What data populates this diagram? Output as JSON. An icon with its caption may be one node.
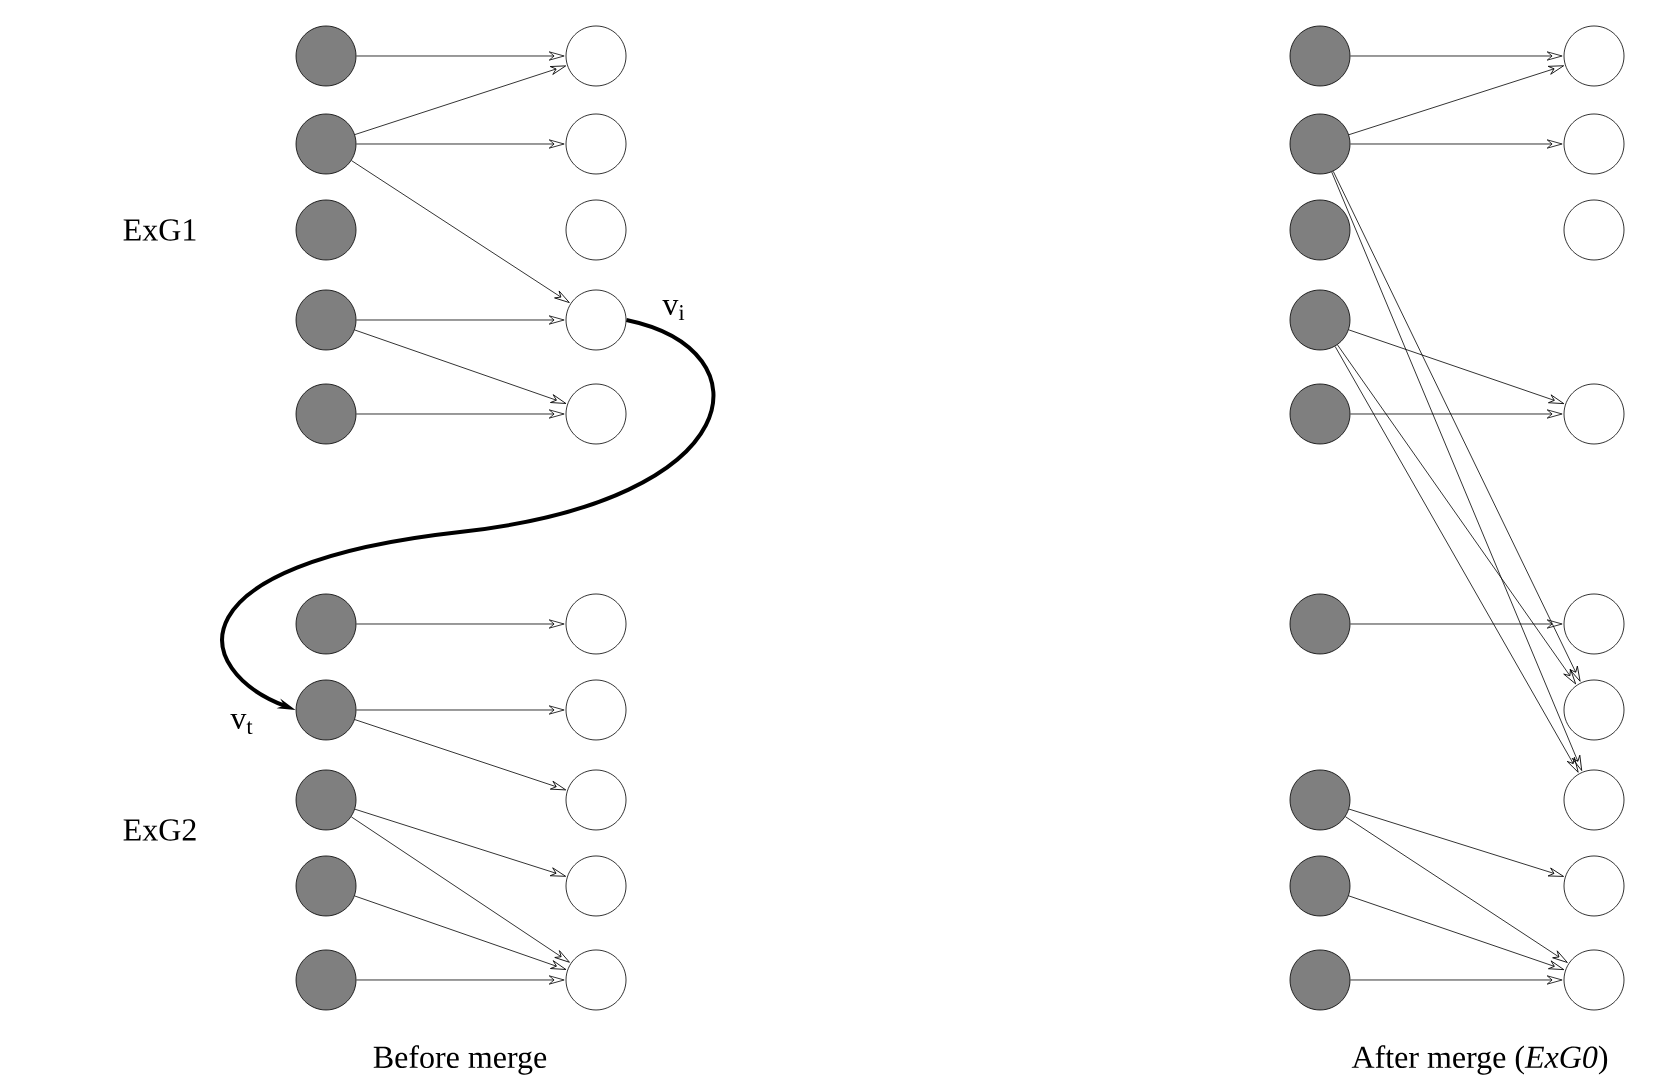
{
  "diagram": {
    "nodes": [
      {
        "text": [],
        "shape": "circle"
      },
      {
        "text": [],
        "shape": "circle"
      },
      {
        "text": [],
        "shape": "circle"
      },
      {
        "text": [],
        "shape": "circle"
      },
      {
        "text": [],
        "shape": "circle"
      },
      {
        "text": [],
        "shape": "circle"
      },
      {
        "text": [],
        "shape": "circle",
        "beside": [
          "v$_{t}$"
        ]
      },
      {
        "text": [],
        "shape": "circle"
      },
      {
        "text": [],
        "shape": "circle"
      },
      {
        "text": [],
        "shape": "circle"
      },
      {
        "text": [],
        "shape": "circle"
      },
      {
        "text": [],
        "shape": "circle"
      },
      {
        "text": [],
        "shape": "circle"
      },
      {
        "text": [],
        "shape": "circle",
        "beside": [
          "v$_{i}$"
        ]
      },
      {
        "text": [],
        "shape": "circle"
      },
      {
        "text": [],
        "shape": "circle"
      },
      {
        "text": [],
        "shape": "circle"
      },
      {
        "text": [],
        "shape": "circle"
      },
      {
        "text": [],
        "shape": "circle"
      },
      {
        "text": [],
        "shape": "circle"
      },
      {
        "text": [],
        "shape": "circle"
      },
      {
        "text": [],
        "shape": "circle"
      },
      {
        "text": [],
        "shape": "circle"
      },
      {
        "text": [],
        "shape": "circle"
      },
      {
        "text": [],
        "shape": "circle"
      },
      {
        "text": [],
        "shape": "circle"
      },
      {
        "text": [],
        "shape": "circle"
      },
      {
        "text": [],
        "shape": "circle"
      },
      {
        "text": [],
        "shape": "circle"
      },
      {
        "text": [],
        "shape": "circle"
      },
      {
        "text": [],
        "shape": "circle"
      },
      {
        "text": [],
        "shape": "circle"
      },
      {
        "text": [],
        "shape": "circle"
      },
      {
        "text": [],
        "shape": "circle"
      },
      {
        "text": [],
        "shape": "circle"
      },
      {
        "text": [],
        "shape": "circle"
      },
      {
        "text": [],
        "shape": "circle"
      },
      {
        "text": [],
        "shape": "circle"
      }
    ],
    "edges": [
      {
        "from": 0,
        "to": 10,
        "arrow": "to"
      },
      {
        "from": 1,
        "to": 10,
        "arrow": "to"
      },
      {
        "from": 1,
        "to": 11,
        "arrow": "to"
      },
      {
        "from": 1,
        "to": 13,
        "arrow": "to"
      },
      {
        "from": 3,
        "to": 13,
        "arrow": "to"
      },
      {
        "from": 3,
        "to": 14,
        "arrow": "to"
      },
      {
        "from": 4,
        "to": 14,
        "arrow": "to"
      },
      {
        "from": 5,
        "to": 15,
        "arrow": "to"
      },
      {
        "from": 6,
        "to": 16,
        "arrow": "to"
      },
      {
        "from": 6,
        "to": 17,
        "arrow": "to"
      },
      {
        "from": 7,
        "to": 18,
        "arrow": "to"
      },
      {
        "from": 7,
        "to": 19,
        "arrow": "to"
      },
      {
        "from": 8,
        "to": 19,
        "arrow": "to"
      },
      {
        "from": 9,
        "to": 19,
        "arrow": "to"
      },
      {
        "from": 13,
        "to": 6,
        "arrow": "to",
        "style": "thick"
      },
      {
        "from": 20,
        "to": 29,
        "arrow": "to"
      },
      {
        "from": 21,
        "to": 29,
        "arrow": "to"
      },
      {
        "from": 21,
        "to": 30,
        "arrow": "to"
      },
      {
        "from": 21,
        "to": 34,
        "arrow": "to"
      },
      {
        "from": 21,
        "to": 35,
        "arrow": "to"
      },
      {
        "from": 23,
        "to": 32,
        "arrow": "to"
      },
      {
        "from": 23,
        "to": 34,
        "arrow": "to"
      },
      {
        "from": 23,
        "to": 35,
        "arrow": "to"
      },
      {
        "from": 24,
        "to": 32,
        "arrow": "to"
      },
      {
        "from": 25,
        "to": 33,
        "arrow": "to"
      },
      {
        "from": 26,
        "to": 36,
        "arrow": "to"
      },
      {
        "from": 26,
        "to": 37,
        "arrow": "to"
      },
      {
        "from": 27,
        "to": 37,
        "arrow": "to"
      },
      {
        "from": 28,
        "to": 37,
        "arrow": "to"
      }
    ],
    "labels": [
      "ExG1",
      "ExG2",
      "Before merge",
      "After merge (*ExG0*)"
    ]
  }
}
